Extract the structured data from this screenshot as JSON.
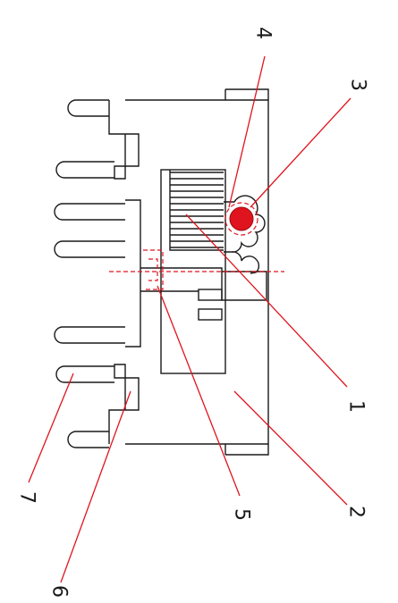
{
  "callouts": [
    {
      "id": "1",
      "text": "1"
    },
    {
      "id": "2",
      "text": "2"
    },
    {
      "id": "3",
      "text": "3"
    },
    {
      "id": "4",
      "text": "4"
    },
    {
      "id": "5",
      "text": "5"
    },
    {
      "id": "6",
      "text": "6"
    },
    {
      "id": "7",
      "text": "7"
    }
  ],
  "colors": {
    "outline": "#1a1a1a",
    "leader": "#e0141e",
    "highlight": "#e0141e"
  }
}
